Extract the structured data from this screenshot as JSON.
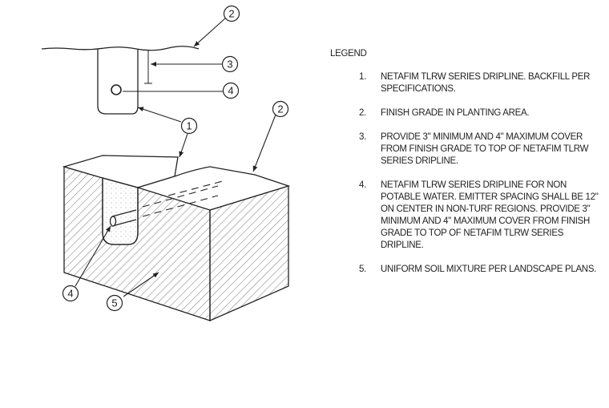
{
  "legend": {
    "title": "LEGEND",
    "items": [
      {
        "num": "1.",
        "text": "NETAFIM TLRW SERIES DRIPLINE.  BACKFILL PER SPECIFICATIONS."
      },
      {
        "num": "2.",
        "text": "FINISH GRADE IN PLANTING AREA."
      },
      {
        "num": "3.",
        "text": "PROVIDE 3\" MINIMUM AND 4\" MAXIMUM COVER FROM FINISH GRADE TO TOP OF NETAFIM TLRW SERIES DRIPLINE."
      },
      {
        "num": "4.",
        "text": "NETAFIM TLRW SERIES DRIPLINE FOR NON POTABLE WATER.  EMITTER SPACING SHALL BE 12\" ON CENTER IN NON-TURF REGIONS. PROVIDE 3\" MINIMUM AND 4\" MAXIMUM COVER FROM FINISH GRADE TO TOP OF NETAFIM TLRW SERIES DRIPLINE."
      },
      {
        "num": "5.",
        "text": "UNIFORM SOIL MIXTURE PER LANDSCAPE PLANS."
      }
    ]
  },
  "callouts": {
    "c2_top": "2",
    "c3": "3",
    "c4_top": "4",
    "c1": "1",
    "c2_right": "2",
    "c4_bottom": "4",
    "c5": "5"
  },
  "colors": {
    "line": "#222222",
    "hatch": "#555555"
  }
}
